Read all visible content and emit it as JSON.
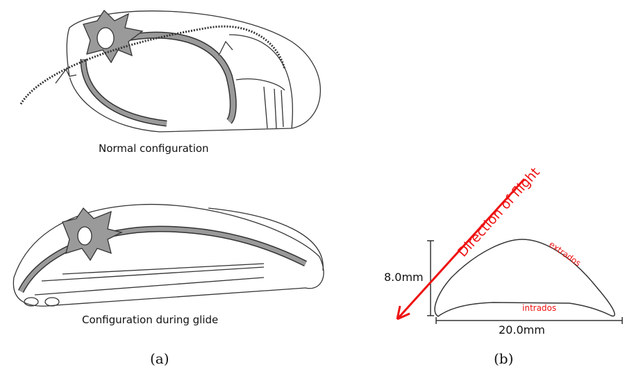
{
  "panel_a": {
    "normal_label": "Normal configuration",
    "glide_label": "Configuration during glide",
    "caption": "(a)"
  },
  "panel_b": {
    "direction_label": "Direction of flight",
    "extrados_label": "extrados",
    "intrados_label": "intrados",
    "height_label": "8.0mm",
    "width_label": "20.0mm",
    "caption": "(b)"
  },
  "colors": {
    "annotation": "#ee1111",
    "line": "#333333",
    "fill": "#9a9a9a"
  }
}
